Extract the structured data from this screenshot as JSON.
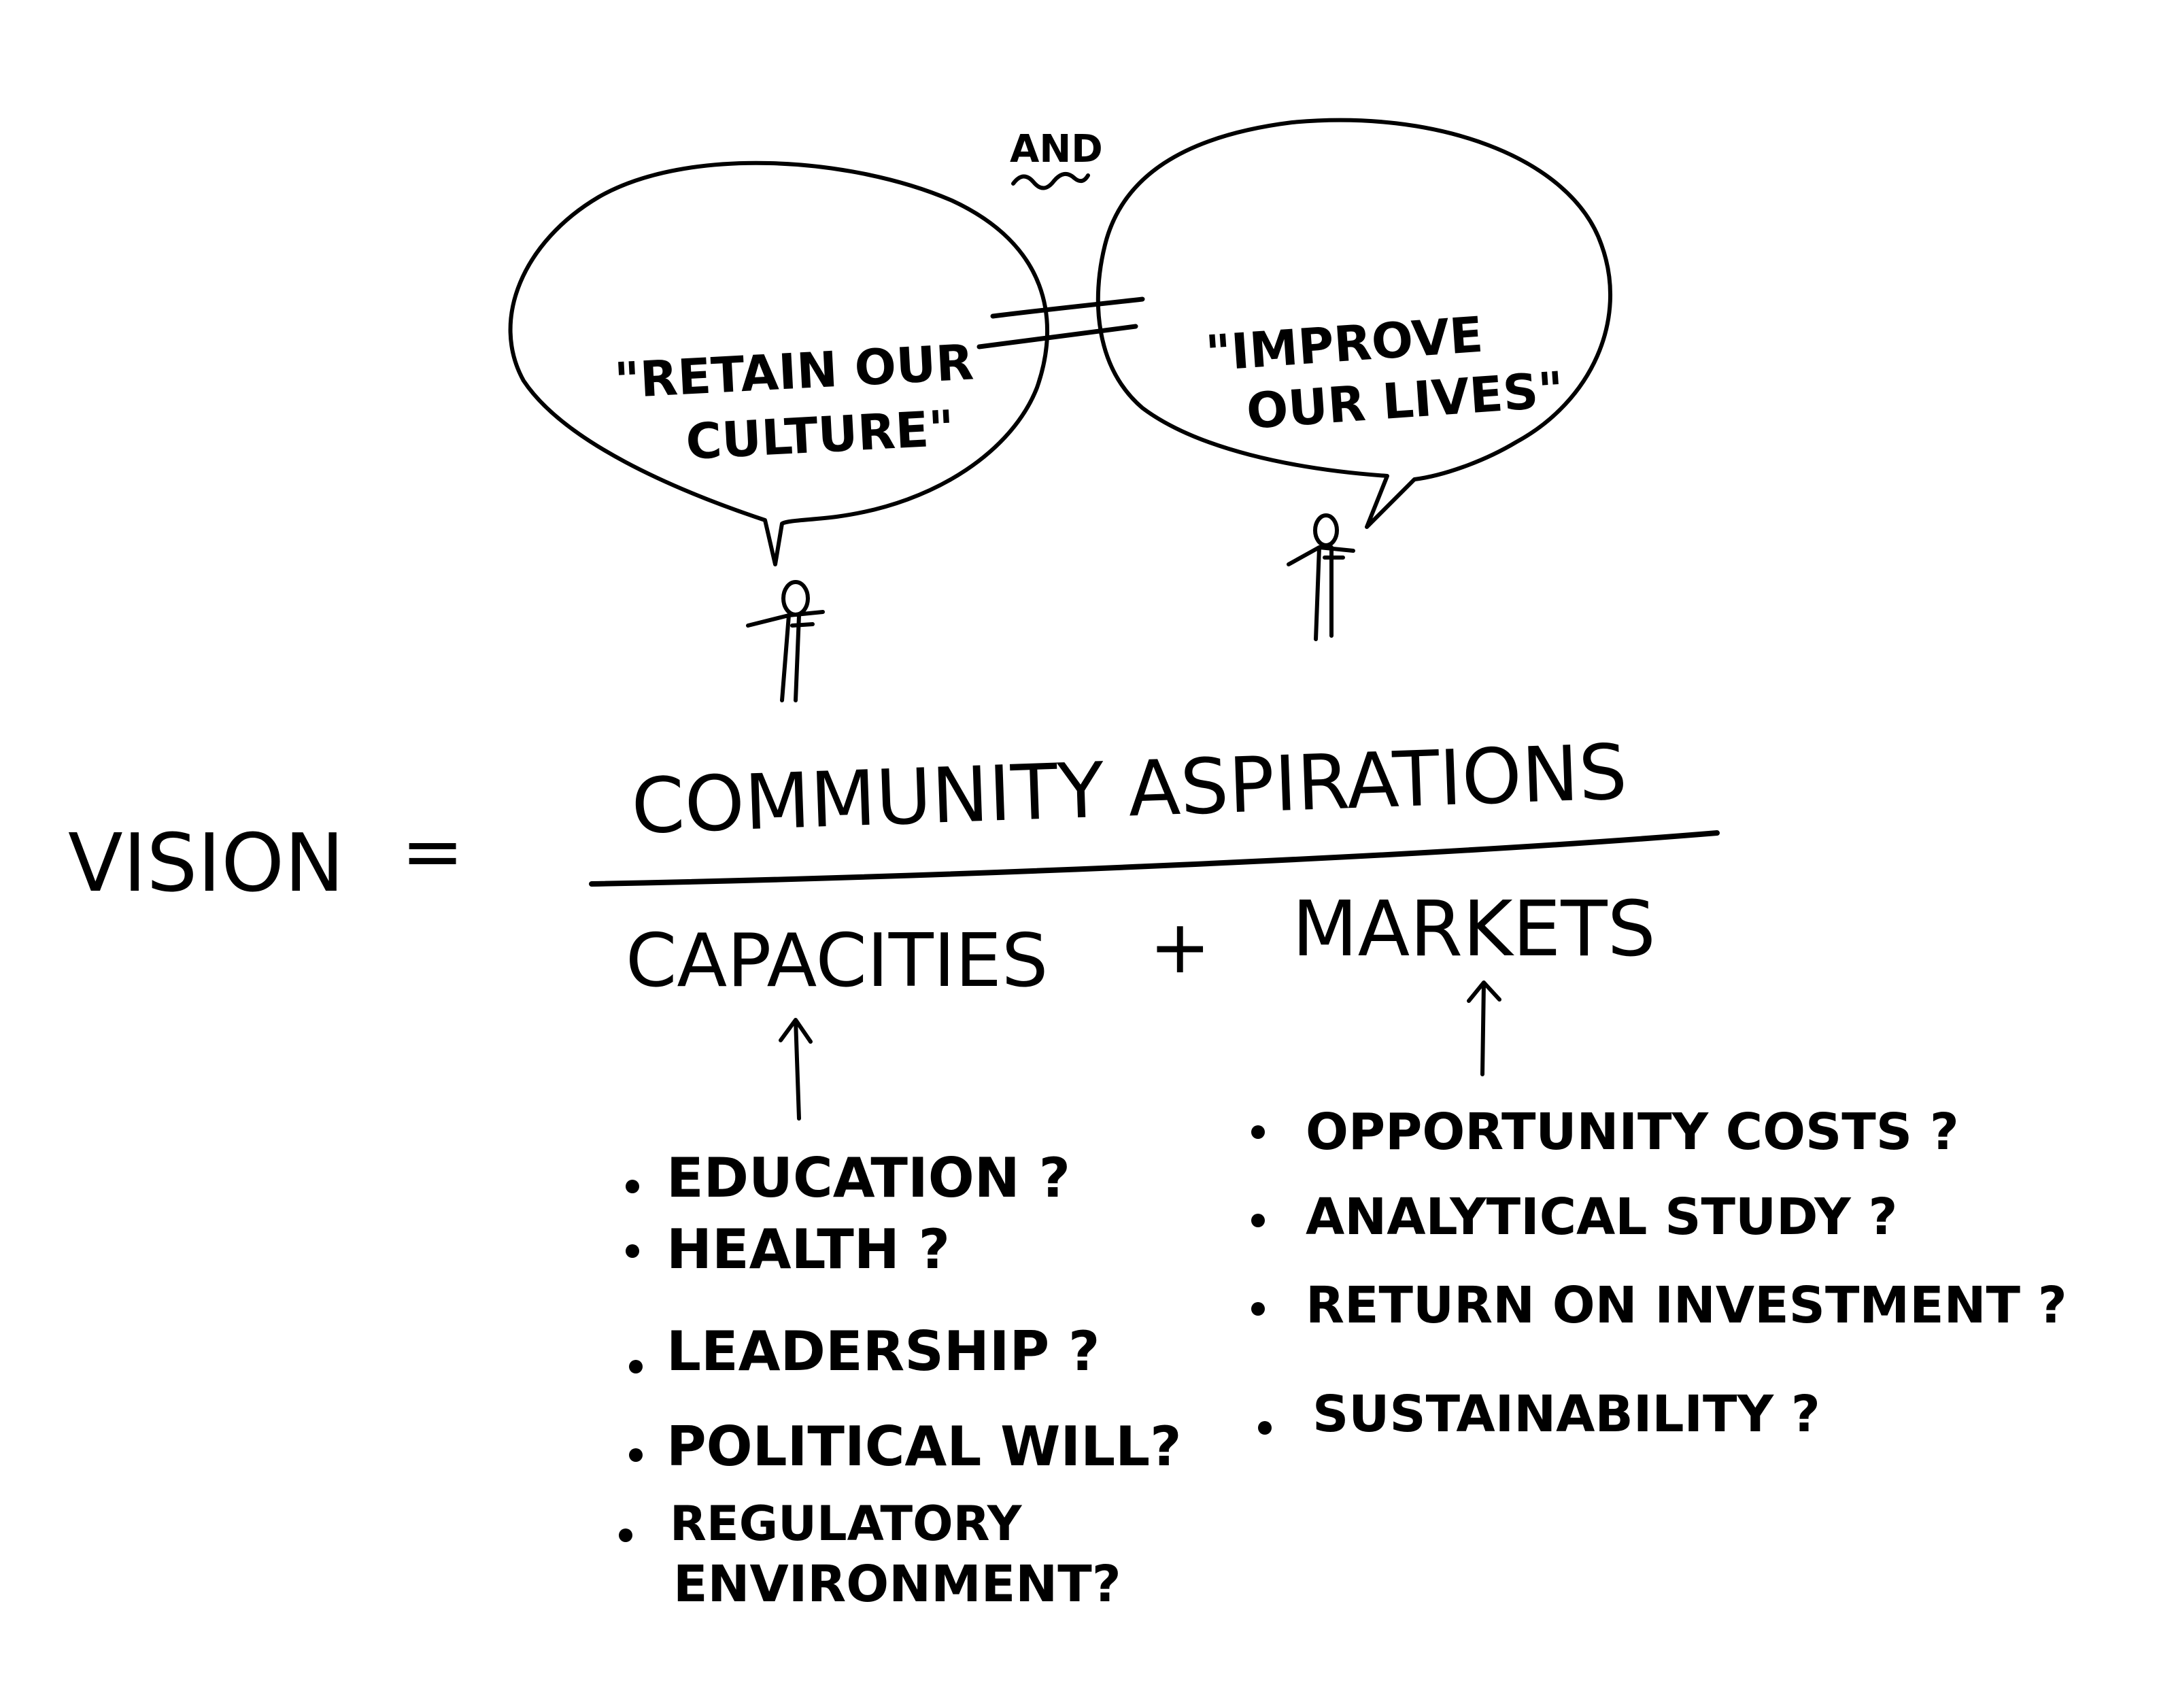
{
  "top": {
    "and_label": "AND",
    "bubble_left": {
      "line1": "\"RETAIN OUR",
      "line2": "CULTURE\""
    },
    "bubble_right": {
      "line1": "\"IMPROVE",
      "line2": "OUR LIVES\""
    }
  },
  "equation": {
    "lhs": "VISION",
    "equals": "=",
    "numerator": "COMMUNITY ASPIRATIONS",
    "denominator_left": "CAPACITIES",
    "plus": "+",
    "denominator_right": "MARKETS"
  },
  "capacities_items": [
    "EDUCATION ?",
    "HEALTH ?",
    "LEADERSHIP ?",
    "POLITICAL WILL?",
    "REGULATORY",
    "ENVIRONMENT?"
  ],
  "markets_items": [
    "OPPORTUNITY COSTS ?",
    "ANALYTICAL STUDY ?",
    "RETURN ON INVESTMENT ?",
    "SUSTAINABILITY ?"
  ]
}
